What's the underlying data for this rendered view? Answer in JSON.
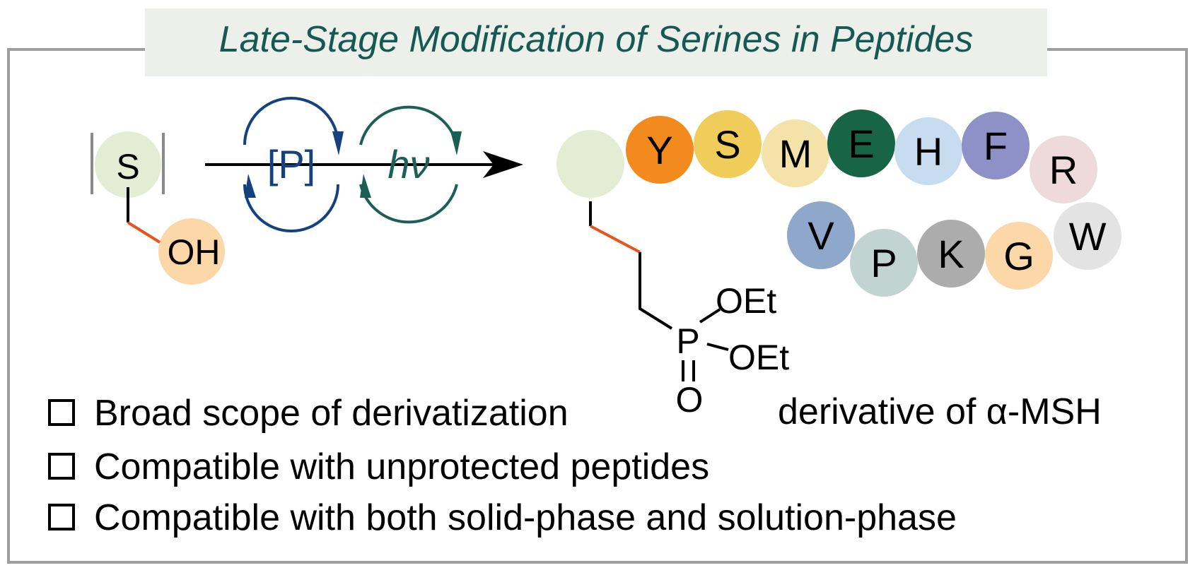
{
  "title": "Late-Stage Modification of Serines in Peptides",
  "colors": {
    "title_text": "#155a52",
    "title_bg": "#ecefea",
    "frame": "#9e9e9e",
    "catalyst_blue": "#15417f",
    "light_teal": "#1c6055",
    "orange_bond": "#e8541a",
    "serine_circle": "#e4ecd3",
    "oh_circle": "#fcd7a8"
  },
  "reactant": {
    "s_label": "S",
    "oh_label": "OH"
  },
  "catalysis": {
    "photocatalyst_label": "[P]",
    "light_label": "hν"
  },
  "product": {
    "phosphorus_label": "P",
    "ethoxy_1": "OEt",
    "ethoxy_2": "OEt",
    "oxo_label": "O",
    "caption": "derivative of α-MSH"
  },
  "peptide": [
    {
      "label": "Y",
      "color": "#f28a1d"
    },
    {
      "label": "S",
      "color": "#f0cc5a"
    },
    {
      "label": "M",
      "color": "#f4e3a9"
    },
    {
      "label": "E",
      "color": "#176447"
    },
    {
      "label": "H",
      "color": "#c8dcef"
    },
    {
      "label": "F",
      "color": "#8d91c7"
    },
    {
      "label": "R",
      "color": "#eedadb"
    },
    {
      "label": "V",
      "color": "#8ea7cb"
    },
    {
      "label": "P",
      "color": "#c2d4d2"
    },
    {
      "label": "K",
      "color": "#acacac"
    },
    {
      "label": "G",
      "color": "#fcd7a8"
    },
    {
      "label": "W",
      "color": "#e3e3e3"
    }
  ],
  "bullets": [
    "Broad scope of derivatization",
    "Compatible with unprotected peptides",
    "Compatible with both solid-phase and solution-phase"
  ]
}
